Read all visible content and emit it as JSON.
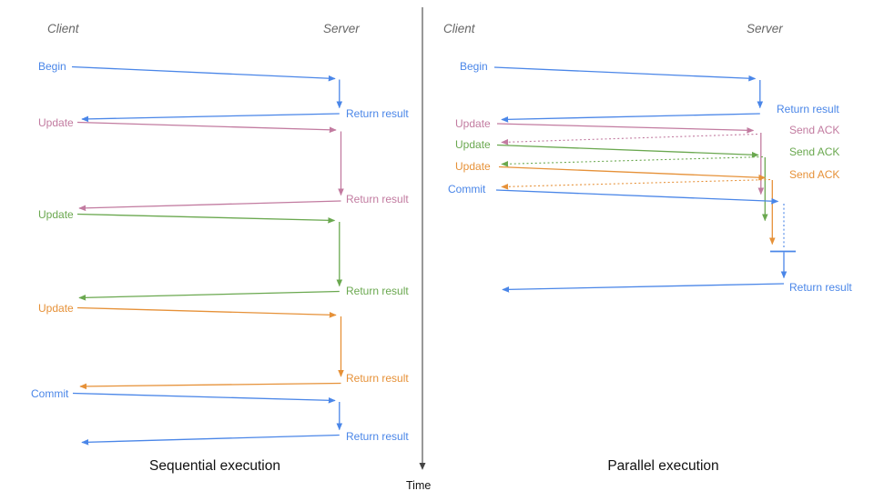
{
  "colors": {
    "blue": "#4a86e8",
    "pink": "#c27ba0",
    "green": "#6aa84f",
    "orange": "#e69138",
    "header": "#666666",
    "caption": "#111111",
    "axis": "#444444"
  },
  "time_axis": {
    "label": "Time"
  },
  "sequential": {
    "client_header": "Client",
    "server_header": "Server",
    "caption": "Sequential execution",
    "messages": [
      {
        "request": "Begin",
        "response": "Return result",
        "color": "blue"
      },
      {
        "request": "Update",
        "response": "Return result",
        "color": "pink"
      },
      {
        "request": "Update",
        "response": "Return result",
        "color": "green"
      },
      {
        "request": "Update",
        "response": "Return result",
        "color": "orange"
      },
      {
        "request": "Commit",
        "response": "Return result",
        "color": "blue"
      }
    ]
  },
  "parallel": {
    "client_header": "Client",
    "server_header": "Server",
    "caption": "Parallel execution",
    "messages": [
      {
        "request": "Begin",
        "response": "Return result",
        "color": "blue"
      },
      {
        "request": "Update",
        "response": "Send ACK",
        "color": "pink"
      },
      {
        "request": "Update",
        "response": "Send ACK",
        "color": "green"
      },
      {
        "request": "Update",
        "response": "Send ACK",
        "color": "orange"
      },
      {
        "request": "Commit",
        "response": "Return result",
        "color": "blue"
      }
    ]
  }
}
